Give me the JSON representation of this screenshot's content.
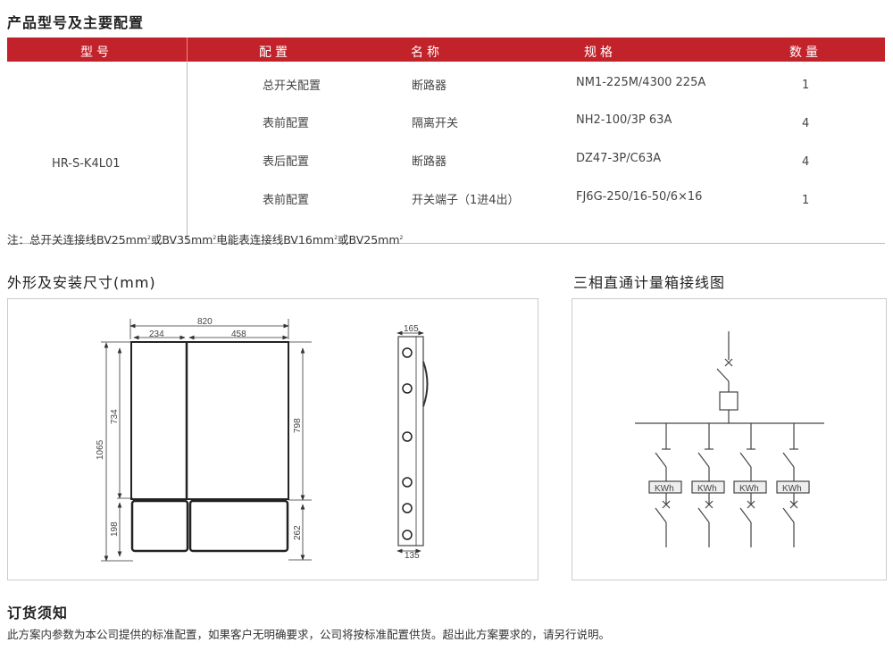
{
  "section_titles": {
    "main": "产品型号及主要配置",
    "dimensions": "外形及安装尺寸(mm)",
    "wiring": "三相直通计量箱接线图",
    "ordering": "订货须知"
  },
  "table": {
    "headers": [
      "型号",
      "配置",
      "名称",
      "规格",
      "数量"
    ],
    "model": "HR-S-K4L01",
    "rows": [
      {
        "config": "总开关配置",
        "name": "断路器",
        "spec": "NM1-225M/4300 225A",
        "qty": "1"
      },
      {
        "config": "表前配置",
        "name": "隔离开关",
        "spec": "NH2-100/3P 63A",
        "qty": "4"
      },
      {
        "config": "表后配置",
        "name": "断路器",
        "spec": "DZ47-3P/C63A",
        "qty": "4"
      },
      {
        "config": "表前配置",
        "name": "开关端子（1进4出）",
        "spec": "FJ6G-250/16-50/6×16",
        "qty": "1"
      }
    ],
    "header_color": "#c2222a"
  },
  "note": {
    "prefix": "注：总开关连接线BV25mm",
    "p2": "或BV35mm",
    "p3": "电能表连接线BV16mm",
    "p4": "或BV25mm",
    "sup": "2"
  },
  "dimensions": {
    "total_width": "820",
    "left_width": "234",
    "right_width": "458",
    "total_height": "1065",
    "upper_left_height": "734",
    "upper_right_height": "798",
    "lower_left_height": "198",
    "lower_right_height": "262",
    "side_top_depth": "165",
    "side_bottom_depth": "135"
  },
  "wiring": {
    "meter_label": "KWh",
    "branch_count": 4
  },
  "ordering_text": "此方案内参数为本公司提供的标准配置，如果客户无明确要求，公司将按标准配置供货。超出此方案要求的，请另行说明。"
}
